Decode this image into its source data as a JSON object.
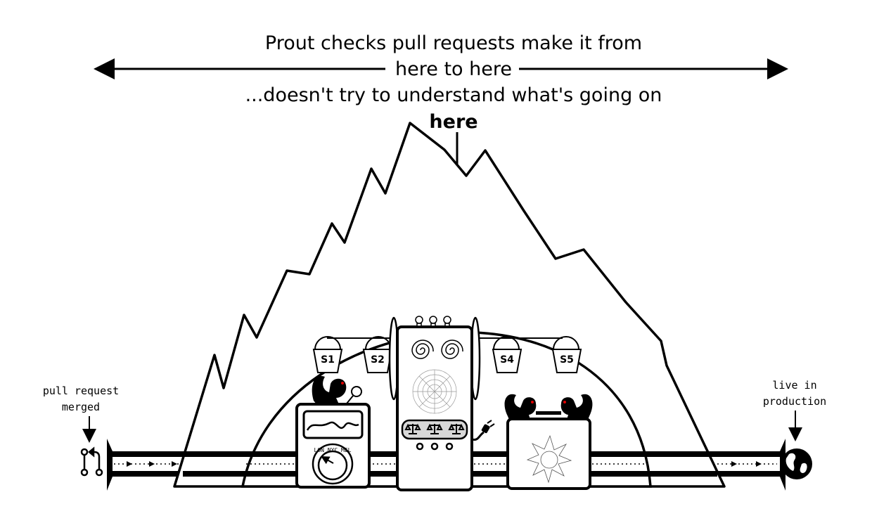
{
  "title": {
    "line1": "Prout checks pull requests make it from",
    "line2": "here to here",
    "line3": "...doesn't try to understand what's going on",
    "line4": "here"
  },
  "labels": {
    "start_line1": "pull request",
    "start_line2": "merged",
    "end_line1": "live in",
    "end_line2": "production"
  },
  "buckets": [
    "S1",
    "S2",
    "S4",
    "S5"
  ],
  "dial_labels": "LON NYC MEL",
  "colors": {
    "ink": "#000000",
    "eye": "#e00000",
    "panel": "#d8d8d8"
  }
}
